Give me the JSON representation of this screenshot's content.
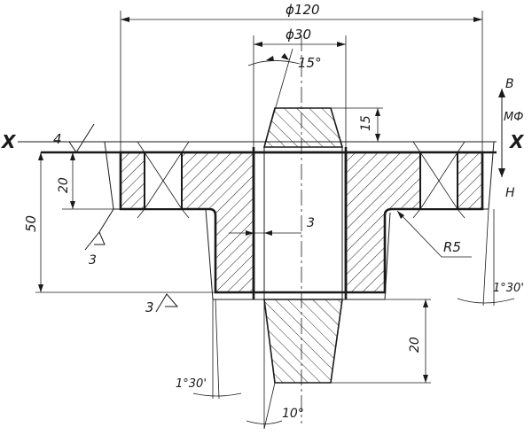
{
  "dimensions": {
    "outer_diameter": "ϕ120",
    "bore_diameter": "ϕ30",
    "taper_angle_top": "15°",
    "core_height_top": "15",
    "flange_height": "20",
    "total_height": "50",
    "bore_offset": "3",
    "fillet_radius": "R5",
    "draft_right": "1°30'",
    "draft_left": "1°30'",
    "core_height_bottom": "20",
    "taper_angle_bottom": "10°"
  },
  "roughness": {
    "top_face": "4",
    "step_face": "3",
    "bottom_face": "3"
  },
  "parting": {
    "top_label": "B",
    "bottom_label": "H",
    "mark": "МФ",
    "left_mark": "X",
    "right_mark": "X"
  }
}
